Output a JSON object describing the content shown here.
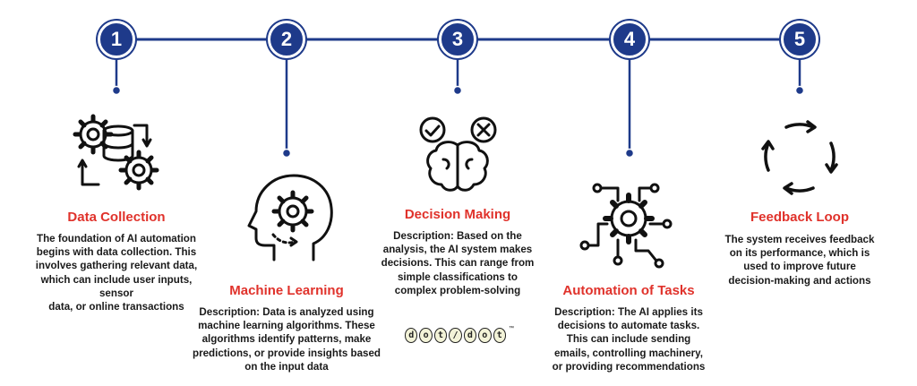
{
  "accent": "#e0322b",
  "primary": "#1e3a8a",
  "steps": [
    {
      "number": "1",
      "title": "Data Collection",
      "icon": "gears-database-icon",
      "description": [
        "The foundation of AI automation",
        "begins with data collection. This",
        "involves gathering relevant data,",
        "which can include user inputs, sensor",
        "data, or online transactions"
      ]
    },
    {
      "number": "2",
      "title": "Machine Learning",
      "icon": "head-gear-icon",
      "description": [
        "Description: Data is analyzed using",
        "machine learning algorithms. These",
        "algorithms identify patterns, make",
        "predictions, or provide insights based",
        "on the input data"
      ]
    },
    {
      "number": "3",
      "title": "Decision Making",
      "icon": "brain-check-cross-icon",
      "description": [
        "Description: Based on the",
        "analysis, the AI system makes",
        "decisions. This can range from",
        "simple classifications to",
        "complex problem-solving"
      ]
    },
    {
      "number": "4",
      "title": "Automation of Tasks",
      "icon": "gear-circuit-icon",
      "description": [
        "Description: The AI applies its",
        "decisions to automate tasks.",
        "This can include sending",
        "emails, controlling machinery,",
        "or providing recommendations"
      ]
    },
    {
      "number": "5",
      "title": "Feedback Loop",
      "icon": "cycle-arrows-icon",
      "description": [
        "The system receives feedback",
        "on its performance, which is",
        "used to improve future",
        "decision-making and actions"
      ]
    }
  ],
  "logo": {
    "letters": [
      "d",
      "o",
      "t",
      "/",
      "d",
      "o",
      "t"
    ],
    "mark": "™"
  }
}
